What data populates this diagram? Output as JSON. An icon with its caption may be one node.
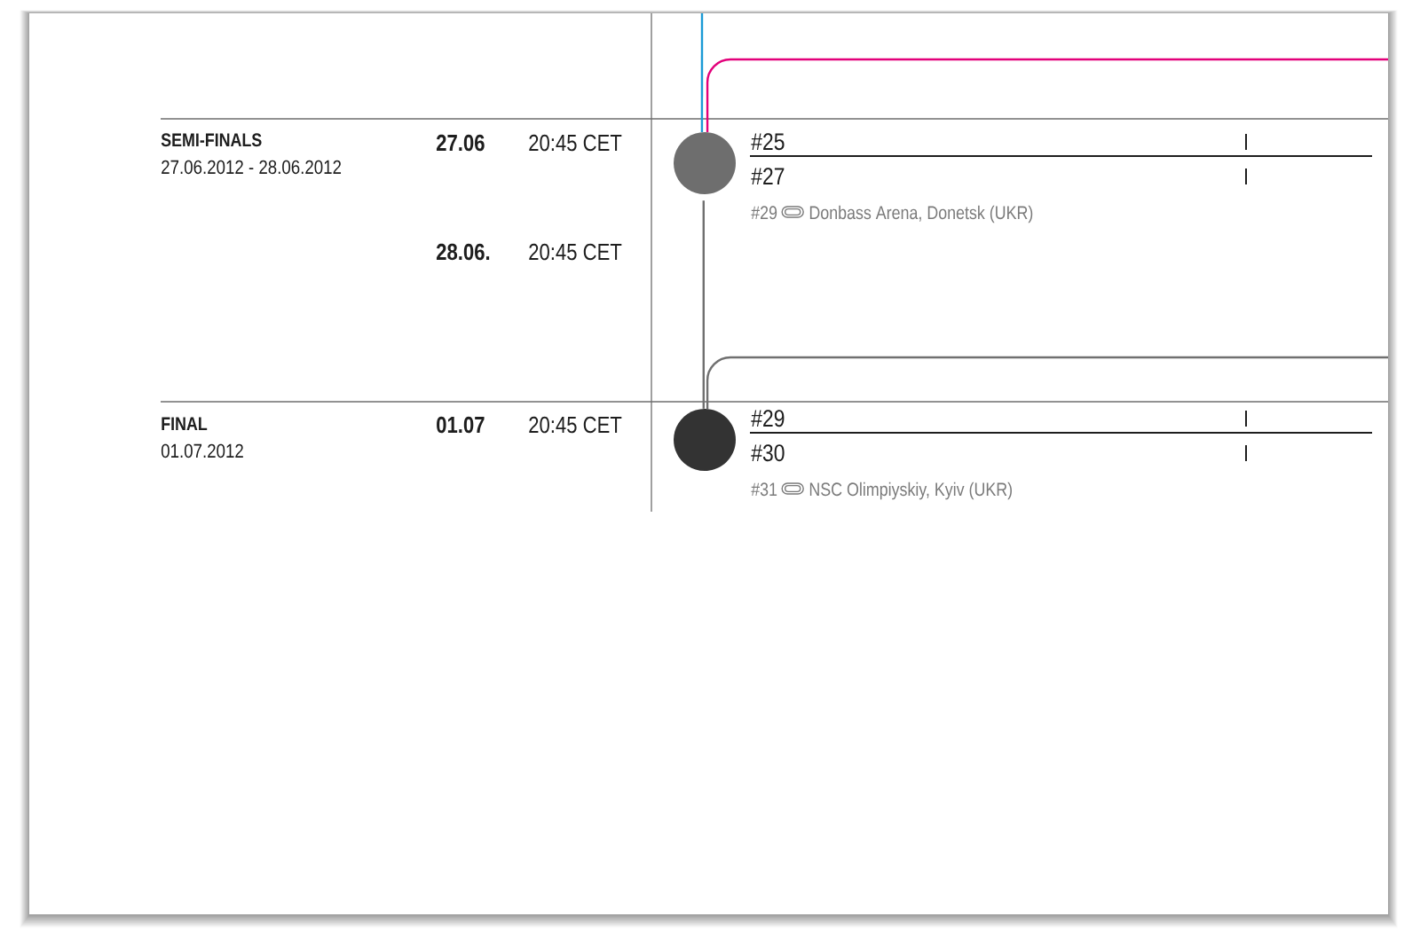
{
  "diagram": {
    "nodes": [
      {
        "text": [],
        "shape": "circle",
        "beside": [
          "#25",
          "#27",
          "#29",
          "Donbass Arena, Donetsk (UKR)"
        ]
      },
      {
        "text": [],
        "shape": "circle",
        "beside": [
          "#29",
          "#30",
          "#31",
          "NSC Olimpiyskiy, Kyiv (UKR)"
        ]
      }
    ],
    "edges": [
      {
        "from": null,
        "to": 0,
        "arrow": "none",
        "color": "#1b9ad6"
      },
      {
        "from": null,
        "to": 0,
        "arrow": "none",
        "color": "#e2007a"
      },
      {
        "from": 0,
        "to": 1,
        "arrow": "none"
      },
      {
        "from": null,
        "to": 1,
        "arrow": "none"
      }
    ],
    "labels": [
      "SEMI-FINALS",
      "27.06.2012 - 28.06.2012",
      "27.06",
      "20:45 CET",
      "28.06.",
      "20:45 CET",
      "FINAL",
      "01.07.2012",
      "01.07",
      "20:45 CET"
    ]
  }
}
